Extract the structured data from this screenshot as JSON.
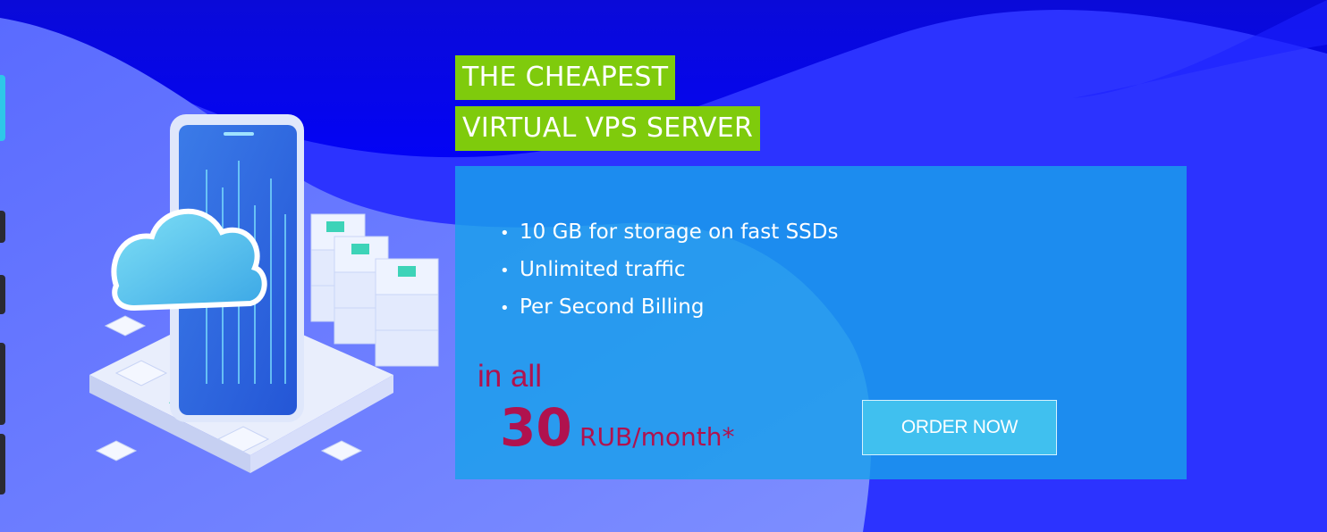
{
  "hero": {
    "title_line_1": "THE CHEAPEST",
    "title_line_2": "VIRTUAL VPS SERVER",
    "features": [
      "10 GB for storage on fast SSDs",
      "Unlimited traffic",
      "Per Second Billing"
    ],
    "bullet": "•",
    "price_prefix": "in all",
    "price_amount": "30",
    "price_unit": "RUB/month*",
    "order_button": "ORDER NOW"
  },
  "colors": {
    "title_highlight": "#7fcb0c",
    "panel": "#18a0ec",
    "price_text": "#b0124e",
    "button": "#40c0ef",
    "background_dark": "#0500f0",
    "background_light": "#6c84ff"
  },
  "icons": [
    "cloud-server-illustration"
  ]
}
